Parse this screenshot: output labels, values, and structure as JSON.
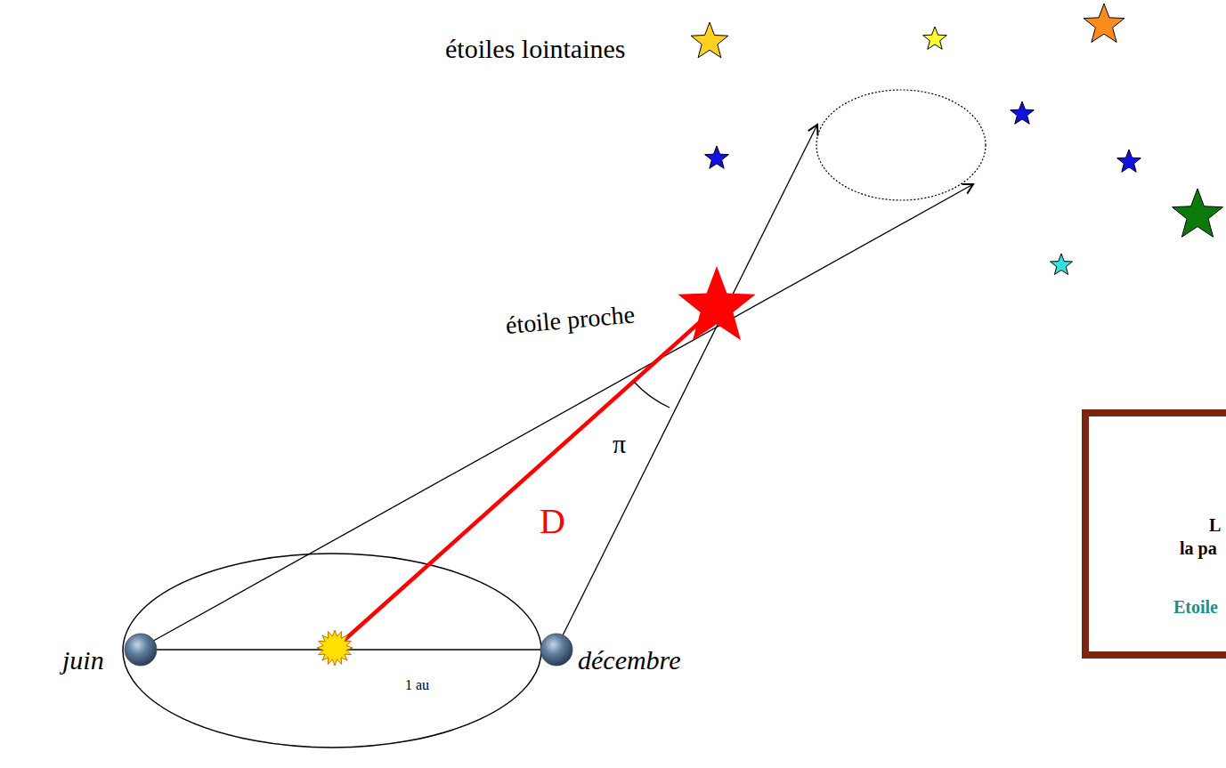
{
  "diagram": {
    "nodes": [
      {
        "text": [
          "L",
          "la pa",
          "Etoile"
        ]
      }
    ],
    "labels": [
      "étoiles lointaines",
      "étoile proche",
      "π",
      "D",
      "juin",
      "1 au",
      "décembre"
    ]
  }
}
